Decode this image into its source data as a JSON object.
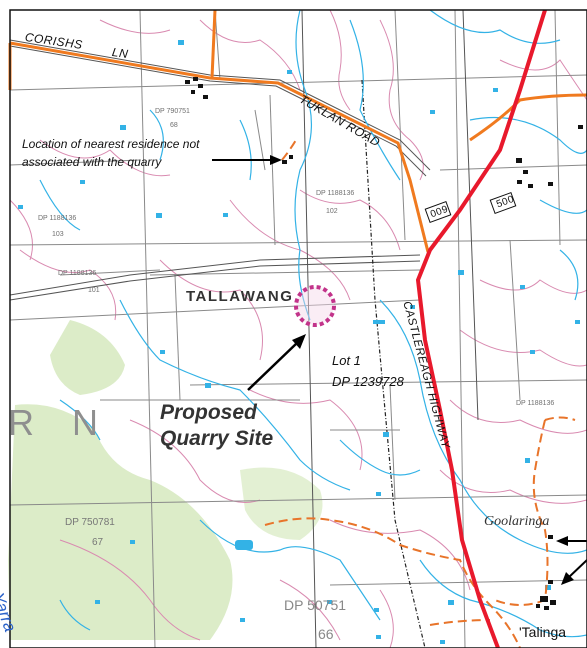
{
  "roads": {
    "corishs": "CORISHS",
    "ln": "LN",
    "tuklan": "TUKLAN ROAD",
    "castlereagh": "CASTLEREAGH HIGHWAY",
    "route_009": "009",
    "route_500": "500"
  },
  "places": {
    "tallawang": "TALLAWANG",
    "goolaringa": "Goolaringa",
    "talinga": "'Talinga",
    "yarra": "Yarra",
    "rn": "R N"
  },
  "annotations": {
    "residence_note": "Location of nearest residence not associated with the quarry",
    "quarry_site": "Proposed Quarry Site",
    "lot": "Lot 1",
    "dp": "DP 1239728"
  },
  "parcels": {
    "dp_790751": "DP 790751",
    "dp_1188136_a": "DP 1188136",
    "dp_1188136_b": "DP 1188136",
    "dp_1188136_c": "DP 1188136",
    "dp_1188136_102": "102",
    "dp_1188136_103": "103",
    "dp_1188136_101": "101",
    "dp_750781": "DP 750781",
    "dp_750781_67": "67",
    "dp_50751": "DP 50751",
    "dp_50751_66": "66",
    "lot_68": "68",
    "dp_1188136_right": "DP 1188136"
  },
  "colors": {
    "highway": "#e8192c",
    "orange_road": "#f07a1f",
    "orange_dashed": "#e8742a",
    "water": "#33b2e6",
    "contour": "#d98ab0",
    "boundary": "#8a8a8a",
    "quarry_marker": "#c2338a",
    "vegetation": "#d9ebc4"
  }
}
